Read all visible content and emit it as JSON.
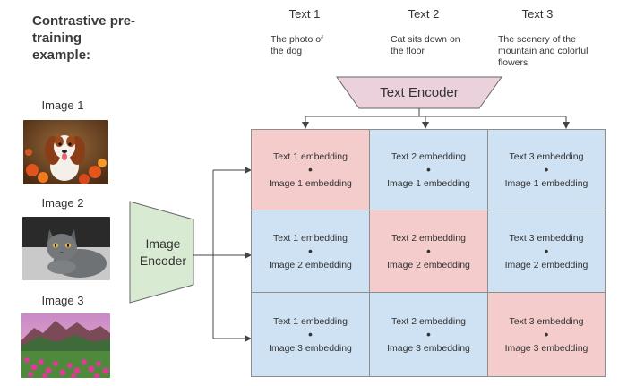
{
  "title": "Contrastive pre-training example:",
  "images": [
    {
      "label": "Image 1",
      "icon": "dog-photo"
    },
    {
      "label": "Image 2",
      "icon": "cat-photo"
    },
    {
      "label": "Image 3",
      "icon": "mountain-flowers-photo"
    }
  ],
  "texts": [
    {
      "label": "Text 1",
      "caption": "The photo of the dog"
    },
    {
      "label": "Text 2",
      "caption": "Cat sits down on the floor"
    },
    {
      "label": "Text 3",
      "caption": "The scenery of the mountain and colorful flowers"
    }
  ],
  "text_encoder": {
    "label": "Text Encoder",
    "color": "#ead1dc"
  },
  "image_encoder": {
    "label_line1": "Image",
    "label_line2": "Encoder",
    "color": "#d9ead3"
  },
  "matrix": {
    "rows": [
      [
        {
          "top": "Text 1 embedding",
          "dot": "•",
          "bottom": "Image 1 embedding",
          "match": true
        },
        {
          "top": "Text 2 embedding",
          "dot": "•",
          "bottom": "Image 1 embedding",
          "match": false
        },
        {
          "top": "Text 3 embedding",
          "dot": "•",
          "bottom": "Image 1 embedding",
          "match": false
        }
      ],
      [
        {
          "top": "Text 1 embedding",
          "dot": "•",
          "bottom": "Image 2 embedding",
          "match": false
        },
        {
          "top": "Text 2 embedding",
          "dot": "•",
          "bottom": "Image 2 embedding",
          "match": true
        },
        {
          "top": "Text 3 embedding",
          "dot": "•",
          "bottom": "Image 2 embedding",
          "match": false
        }
      ],
      [
        {
          "top": "Text 1 embedding",
          "dot": "•",
          "bottom": "Image 3 embedding",
          "match": false
        },
        {
          "top": "Text 2 embedding",
          "dot": "•",
          "bottom": "Image 3 embedding",
          "match": false
        },
        {
          "top": "Text 3 embedding",
          "dot": "•",
          "bottom": "Image 3 embedding",
          "match": true
        }
      ]
    ],
    "colors": {
      "match": "#f4cccc",
      "nonmatch": "#cfe2f3"
    }
  }
}
